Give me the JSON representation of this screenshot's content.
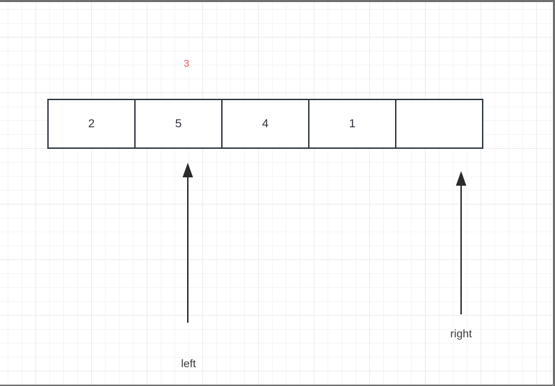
{
  "canvas": {
    "type": "diagram-grid-canvas",
    "annotation": {
      "text": "3"
    },
    "array": {
      "cells": [
        "2",
        "5",
        "4",
        "1",
        ""
      ]
    },
    "pointers": {
      "left": {
        "label": "left",
        "points_to_cell_index": 1
      },
      "right": {
        "label": "right",
        "points_to_cell_index": 4
      }
    },
    "colors": {
      "annotation_red": "#f25c5c",
      "shape_border": "#333b46",
      "arrow": "#2b2b2b",
      "label_text": "#3a3a3a",
      "frame_gray": "#6f6f6f",
      "grid_minor": "#f5f5f5",
      "grid_major": "#ececec",
      "cell_fill": "#ffffff"
    }
  }
}
